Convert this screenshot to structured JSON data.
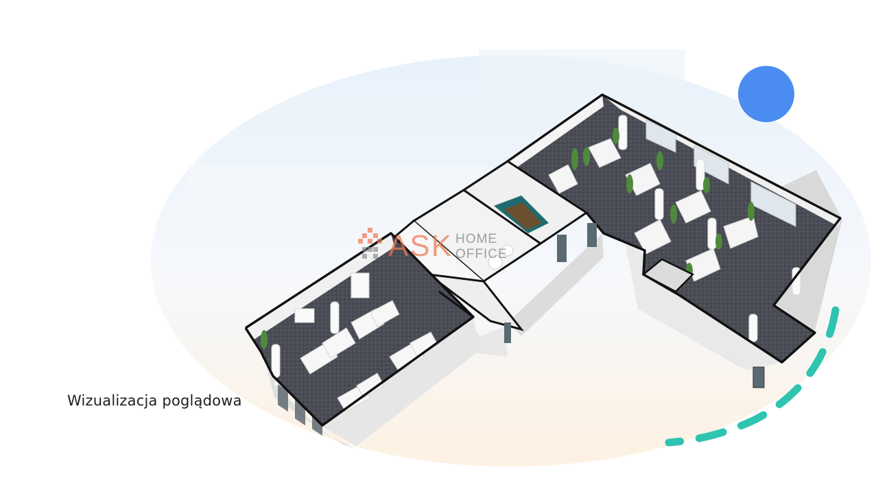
{
  "slide": {
    "caption": "Wizualizacja poglądowa"
  },
  "logo": {
    "brand": "ASK",
    "line1": "HOME",
    "line2": "OFFICE",
    "brand_color": "#ec7850",
    "text_color": "#828282"
  },
  "colors": {
    "accent_circle": "#4a8cf0",
    "dashed_arc": "#2ec4b0",
    "floor": "#4a4c55",
    "walls": "#e6e6e6",
    "wall_outline": "#111111",
    "meeting_room_teal": "#1f6b70",
    "glow_blue": "#e6f1fb",
    "glow_peach": "#fdf1e3"
  },
  "icons": {
    "accent": "circle-icon",
    "decoration": "dashed-arc-icon",
    "logo_mark": "pixel-house-icon"
  }
}
